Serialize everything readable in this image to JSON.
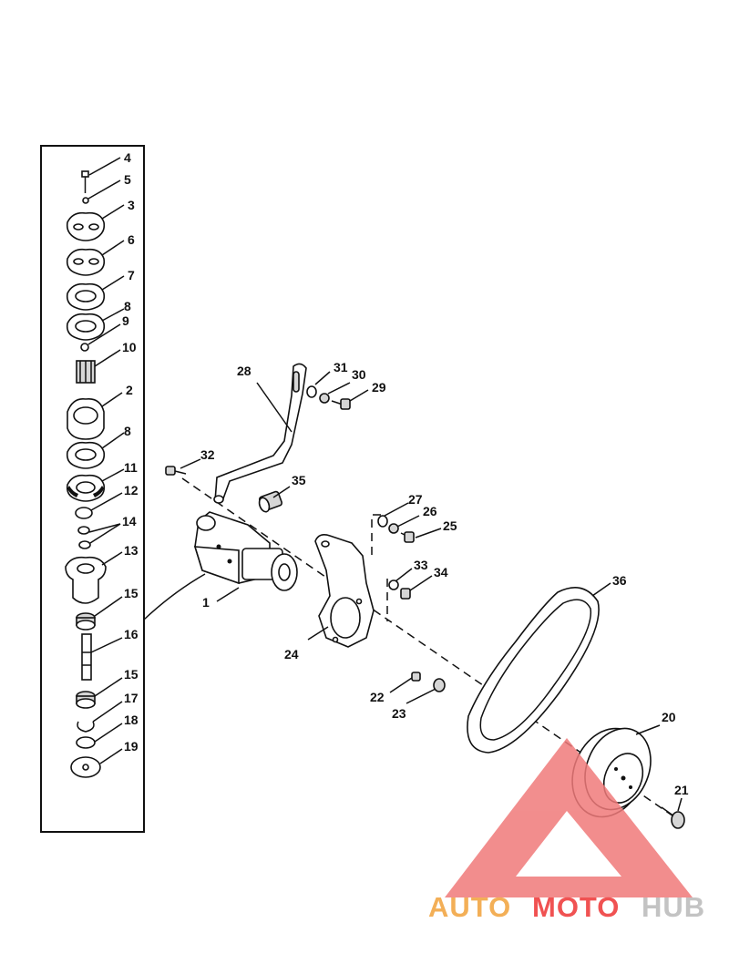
{
  "callouts": {
    "c1": "1",
    "c2": "2",
    "c3": "3",
    "c4": "4",
    "c5": "5",
    "c6": "6",
    "c7": "7",
    "c8a": "8",
    "c8b": "8",
    "c9": "9",
    "c10": "10",
    "c11": "11",
    "c12": "12",
    "c13": "13",
    "c14": "14",
    "c15a": "15",
    "c15b": "15",
    "c16": "16",
    "c17": "17",
    "c18": "18",
    "c19": "19",
    "c20": "20",
    "c21": "21",
    "c22": "22",
    "c23": "23",
    "c24": "24",
    "c25": "25",
    "c26": "26",
    "c27": "27",
    "c28": "28",
    "c29": "29",
    "c30": "30",
    "c31": "31",
    "c32": "32",
    "c33": "33",
    "c34": "34",
    "c35": "35",
    "c36": "36"
  },
  "watermark": {
    "part1": "AUTO",
    "part2": "MOTO",
    "part3": "HUB",
    "color_gray": "#b9b9b9",
    "color_orange": "#f2a23a",
    "color_red": "#ee3535"
  }
}
